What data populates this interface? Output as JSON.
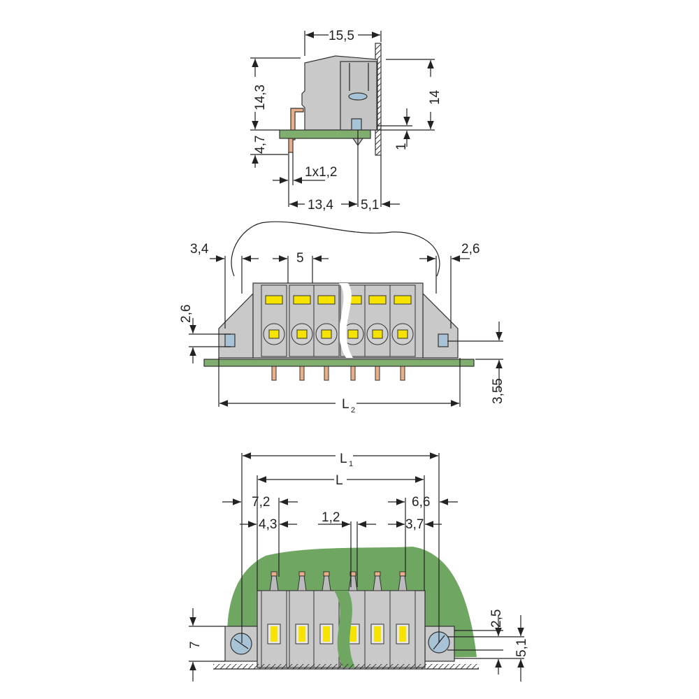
{
  "colors": {
    "housing": "#c9c9c9",
    "pcb": "#7fae6e",
    "board_area": "#6fa662",
    "actuator": "#f6e400",
    "pin": "#e9b088",
    "screw": "#a9c3d6"
  },
  "side_view": {
    "width": "15,5",
    "height_total": "14,3",
    "height_body": "14",
    "pin_length": "4,7",
    "pin_size": "1x1,2",
    "panel_offset": "1",
    "pin_to_screw": "13,4",
    "screw_to_panel": "5,1"
  },
  "front_view": {
    "flange_left": "3,4",
    "pitch": "5",
    "flange_right": "2,6",
    "hole_height": "2,6",
    "pin_below": "3,55",
    "overall_length": "L",
    "overall_length_sub": "2"
  },
  "bottom_view": {
    "length_l1": "L",
    "length_l1_sub": "1",
    "length_l": "L",
    "left_outer": "7,2",
    "left_inner": "4,3",
    "pin_width": "1,2",
    "right_outer": "6,6",
    "right_inner": "3,7",
    "height": "7",
    "screw_height": "2,5",
    "mount_height": "5,1"
  }
}
